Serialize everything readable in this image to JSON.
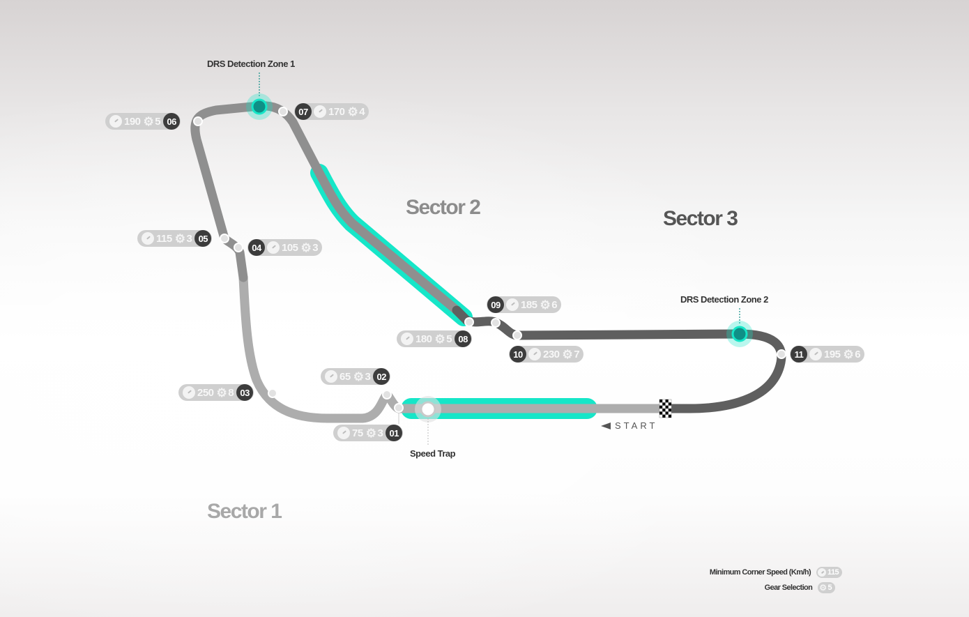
{
  "map": {
    "sectors": [
      {
        "label": "Sector 1",
        "color": "#adadad"
      },
      {
        "label": "Sector 2",
        "color": "#8f8f8f"
      },
      {
        "label": "Sector 3",
        "color": "#5f5f5f"
      }
    ],
    "drs_color": "#16e6c8",
    "drs_marker_color": "#0f8f86",
    "drs_zones": [
      {
        "label": "DRS Detection Zone 1"
      },
      {
        "label": "DRS Detection Zone 2"
      }
    ],
    "speed_trap": {
      "label": "Speed Trap"
    },
    "start": {
      "label": "START"
    }
  },
  "corners": [
    {
      "number": "01",
      "speed": "75",
      "gear": "3"
    },
    {
      "number": "02",
      "speed": "65",
      "gear": "3"
    },
    {
      "number": "03",
      "speed": "250",
      "gear": "8"
    },
    {
      "number": "04",
      "speed": "105",
      "gear": "3"
    },
    {
      "number": "05",
      "speed": "115",
      "gear": "3"
    },
    {
      "number": "06",
      "speed": "190",
      "gear": "5"
    },
    {
      "number": "07",
      "speed": "170",
      "gear": "4"
    },
    {
      "number": "08",
      "speed": "180",
      "gear": "5"
    },
    {
      "number": "09",
      "speed": "185",
      "gear": "6"
    },
    {
      "number": "10",
      "speed": "230",
      "gear": "7"
    },
    {
      "number": "11",
      "speed": "195",
      "gear": "6"
    }
  ],
  "legend": {
    "speed_label": "Minimum Corner Speed (Km/h)",
    "speed_example": "115",
    "gear_label": "Gear Selection",
    "gear_example": "5"
  },
  "icons": {
    "gauge": "speedometer-icon",
    "gear": "⚙"
  }
}
